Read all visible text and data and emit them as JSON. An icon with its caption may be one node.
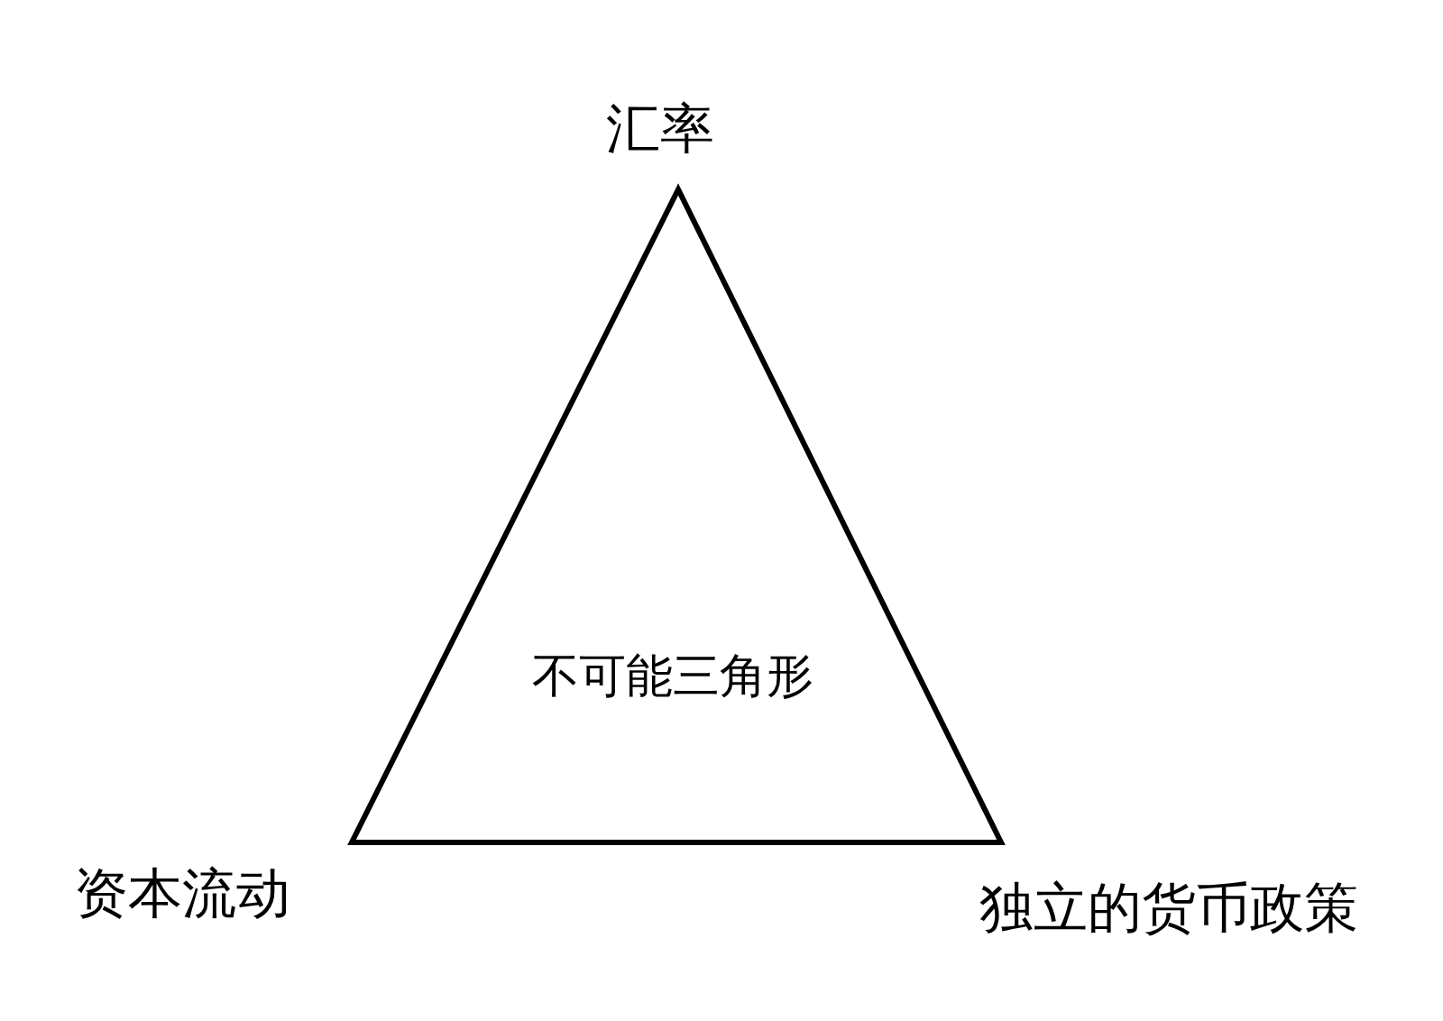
{
  "diagram": {
    "nodes": [
      {
        "text": [
          "不可能三角形"
        ]
      }
    ],
    "labels": [
      "汇率",
      "资本流动",
      "独立的货币政策"
    ]
  }
}
